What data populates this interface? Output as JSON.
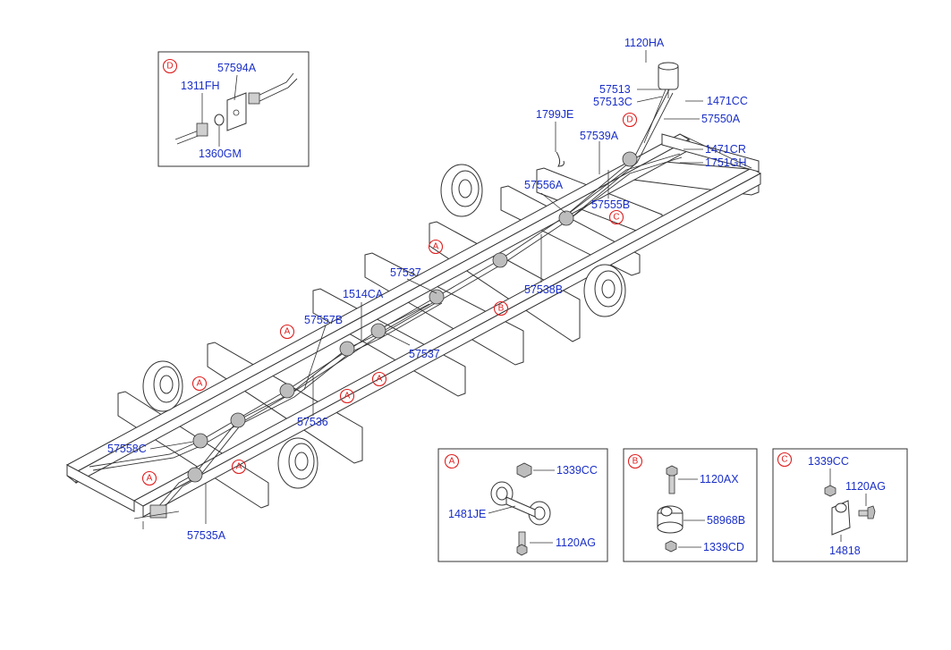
{
  "callouts": {
    "c1120HA": "1120HA",
    "c57513": "57513",
    "c57513C": "57513C",
    "c1471CC": "1471CC",
    "c57550A": "57550A",
    "c1799JE": "1799JE",
    "c57539A": "57539A",
    "c1471CR": "1471CR",
    "c1751GH": "1751GH",
    "c57556A": "57556A",
    "c57555B": "57555B",
    "c57537a": "57537",
    "c57538B": "57538B",
    "c1514CA": "1514CA",
    "c57557B": "57557B",
    "c57537b": "57537",
    "c57536": "57536",
    "c57558C": "57558C",
    "c57535A": "57535A"
  },
  "markers": {
    "A": "A",
    "B": "B",
    "C": "C",
    "D": "D"
  },
  "detail_D": {
    "tag": "D",
    "p57594A": "57594A",
    "p1311FH": "1311FH",
    "p1360GM": "1360GM"
  },
  "detail_A": {
    "tag": "A",
    "p1339CC": "1339CC",
    "p1481JE": "1481JE",
    "p1120AG": "1120AG"
  },
  "detail_B": {
    "tag": "B",
    "p1120AX": "1120AX",
    "p58968B": "58968B",
    "p1339CD": "1339CD"
  },
  "detail_C": {
    "tag": "C",
    "p1339CC": "1339CC",
    "p1120AG": "1120AG",
    "p14818": "14818"
  }
}
